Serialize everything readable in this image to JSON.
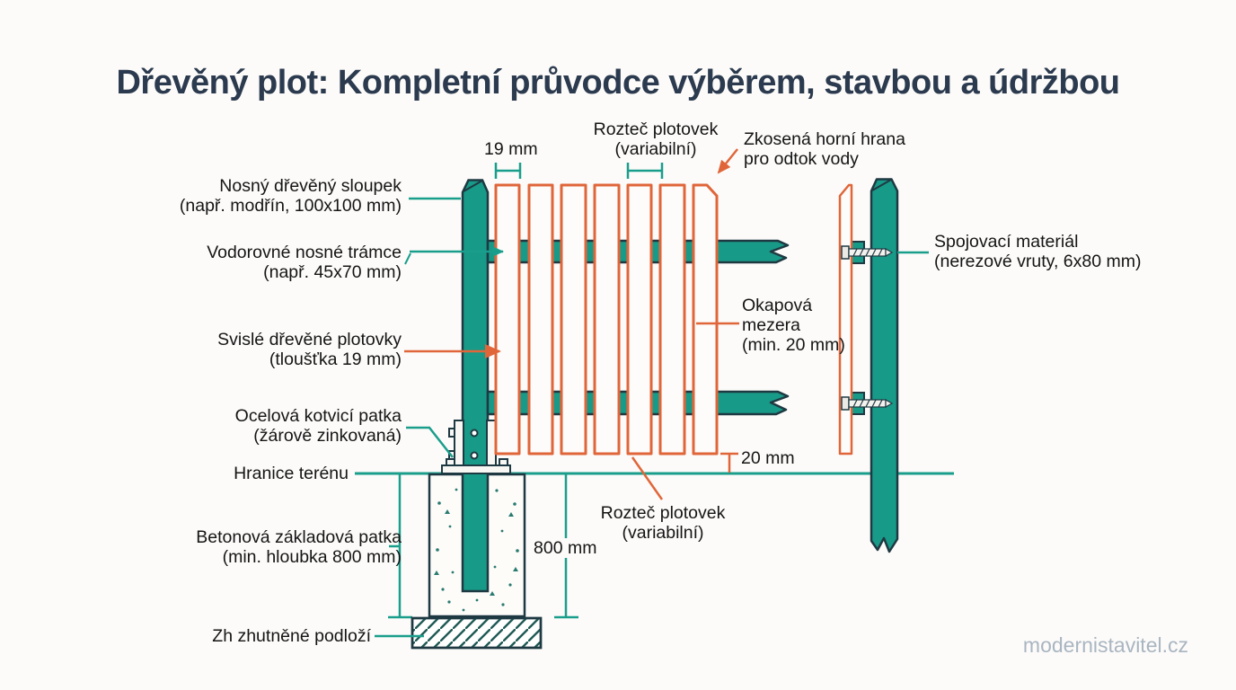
{
  "header": {
    "title": "Dřevěný plot: Kompletní průvodce výběrem, stavbou a údržbou"
  },
  "watermark": "modernistavitel.cz",
  "colors": {
    "teal_fill": "#189a88",
    "teal_line": "#1a9e8c",
    "dark_outline": "#1e3942",
    "orange": "#e0663a",
    "title_text": "#2b3a4e",
    "label_text": "#151515",
    "watermark_text": "#a9b5c1",
    "background": "#fcfbf9"
  },
  "labels": {
    "post": {
      "line1": "Nosný dřevěný sloupek",
      "line2": "(např. modřín, 100x100 mm)"
    },
    "rails": {
      "line1": "Vodorovné nosné trámce",
      "line2": "(např. 45x70 mm)"
    },
    "pickets": {
      "line1": "Svislé dřevěné plotovky",
      "line2": "(tloušťka 19 mm)"
    },
    "anchor": {
      "line1": "Ocelová kotvicí patka",
      "line2": "(žárově zinkovaná)"
    },
    "ground": "Hranice terénu",
    "foundation": {
      "line1": "Betonová základová patka",
      "line2": "(min. hloubka 800 mm)"
    },
    "subbase": "Zh zhutněné podloží",
    "thickness_dim": "19 mm",
    "spacing_top": {
      "line1": "Rozteč plotovek",
      "line2": "(variabilní)"
    },
    "bevel": {
      "line1": "Zkosená horní hrana",
      "line2": "pro odtok vody"
    },
    "fasteners": {
      "line1": "Spojovací materiál",
      "line2": "(nerezové vruty, 6x80 mm)"
    },
    "drip_gap": {
      "line1": "Okapová",
      "line2": "mezera",
      "line3": "(min. 20 mm)"
    },
    "gap_dim": "20 mm",
    "spacing_bottom": {
      "line1": "Rozteč plotovek",
      "line2": "(variabilní)"
    },
    "depth_dim": "800 mm"
  }
}
